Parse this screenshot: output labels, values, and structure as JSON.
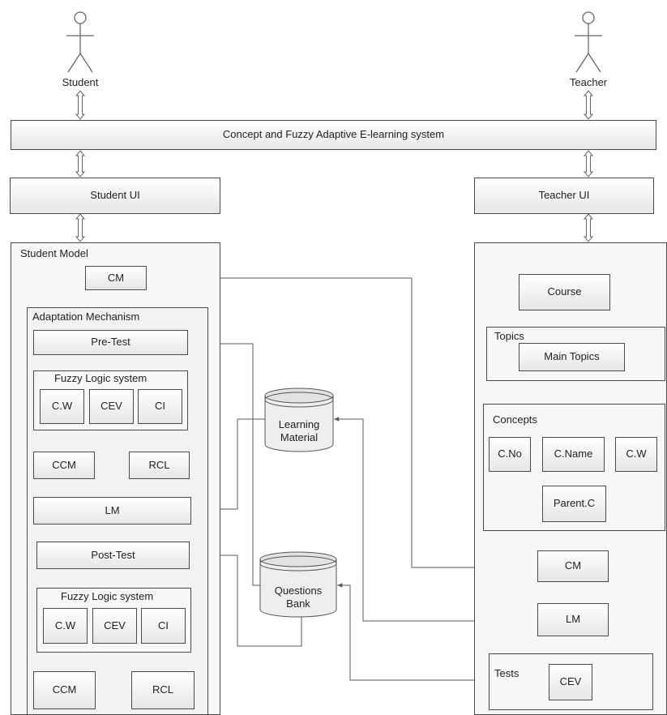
{
  "actors": {
    "student": "Student",
    "teacher": "Teacher"
  },
  "system": {
    "title": "Concept and Fuzzy Adaptive E-learning system"
  },
  "student_ui": "Student UI",
  "teacher_ui": "Teacher UI",
  "student_model": {
    "label": "Student Model",
    "cm": "CM",
    "adaptation": {
      "label": "Adaptation Mechanism",
      "pre_test": "Pre-Test",
      "fuzzy1": {
        "label": "Fuzzy Logic  system",
        "items": [
          "C.W",
          "CEV",
          "CI"
        ]
      },
      "ccm1": "CCM",
      "rcl1": "RCL",
      "lm": "LM",
      "post_test": "Post-Test",
      "fuzzy2": {
        "label": "Fuzzy Logic  system",
        "items": [
          "C.W",
          "CEV",
          "CI"
        ]
      },
      "ccm2": "CCM",
      "rcl2": "RCL"
    }
  },
  "databases": {
    "learning_material": [
      "Learning",
      "Material"
    ],
    "questions_bank": [
      "Questions",
      "Bank"
    ]
  },
  "teacher_model": {
    "course": "Course",
    "topics": {
      "label": "Topics",
      "main": "Main Topics"
    },
    "concepts": {
      "label": "Concepts",
      "c_no": "C.No",
      "c_name": "C.Name",
      "c_w": "C.W",
      "parent": "Parent.C"
    },
    "cm": "CM",
    "lm": "LM",
    "tests": {
      "label": "Tests",
      "cev": "CEV"
    }
  }
}
